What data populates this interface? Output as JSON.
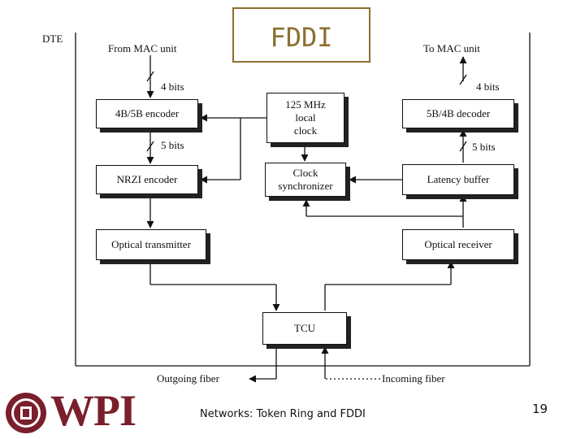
{
  "slide": {
    "title": "FDDI",
    "footer": "Networks: Token Ring and FDDI",
    "page_number": "19",
    "logo_text": "WPI"
  },
  "diagram": {
    "dte_label": "DTE",
    "from_mac": "From MAC unit",
    "to_mac": "To MAC unit",
    "bits_4_left": "4 bits",
    "bits_4_right": "4 bits",
    "bits_5_left": "5 bits",
    "bits_5_right": "5 bits",
    "blocks": {
      "encoder_4b5b": "4B/5B encoder",
      "local_clock": "125 MHz\nlocal\nclock",
      "decoder_5b4b": "5B/4B decoder",
      "nrzi_encoder": "NRZI encoder",
      "clock_sync": "Clock\nsynchronizer",
      "latency_buffer": "Latency buffer",
      "optical_tx": "Optical transmitter",
      "optical_rx": "Optical receiver",
      "tcu": "TCU"
    },
    "outgoing_fiber": "Outgoing fiber",
    "incoming_fiber": "Incoming fiber"
  },
  "colors": {
    "title": "#8b6f2e",
    "logo": "#7a1f2b"
  }
}
